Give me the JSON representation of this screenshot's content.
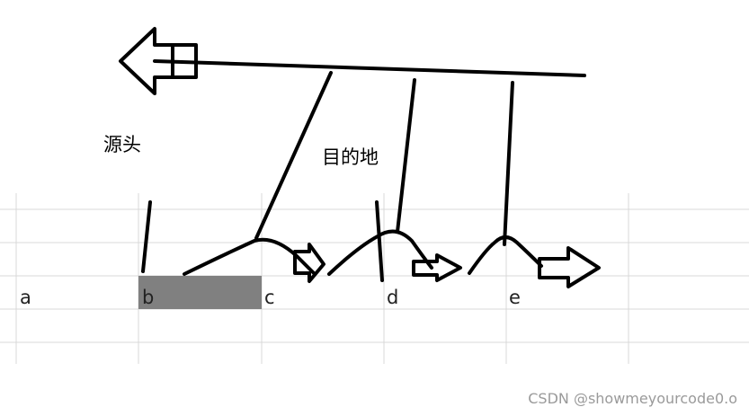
{
  "labels": {
    "source": "源头",
    "destination": "目的地"
  },
  "cells": [
    "a",
    "b",
    "c",
    "d",
    "e"
  ],
  "watermark": "CSDN @showmeyourcode0.o",
  "colors": {
    "ink": "#000000",
    "grid": "#d9d9d9",
    "highlight": "#808080",
    "watermark": "#9a9a9a"
  }
}
